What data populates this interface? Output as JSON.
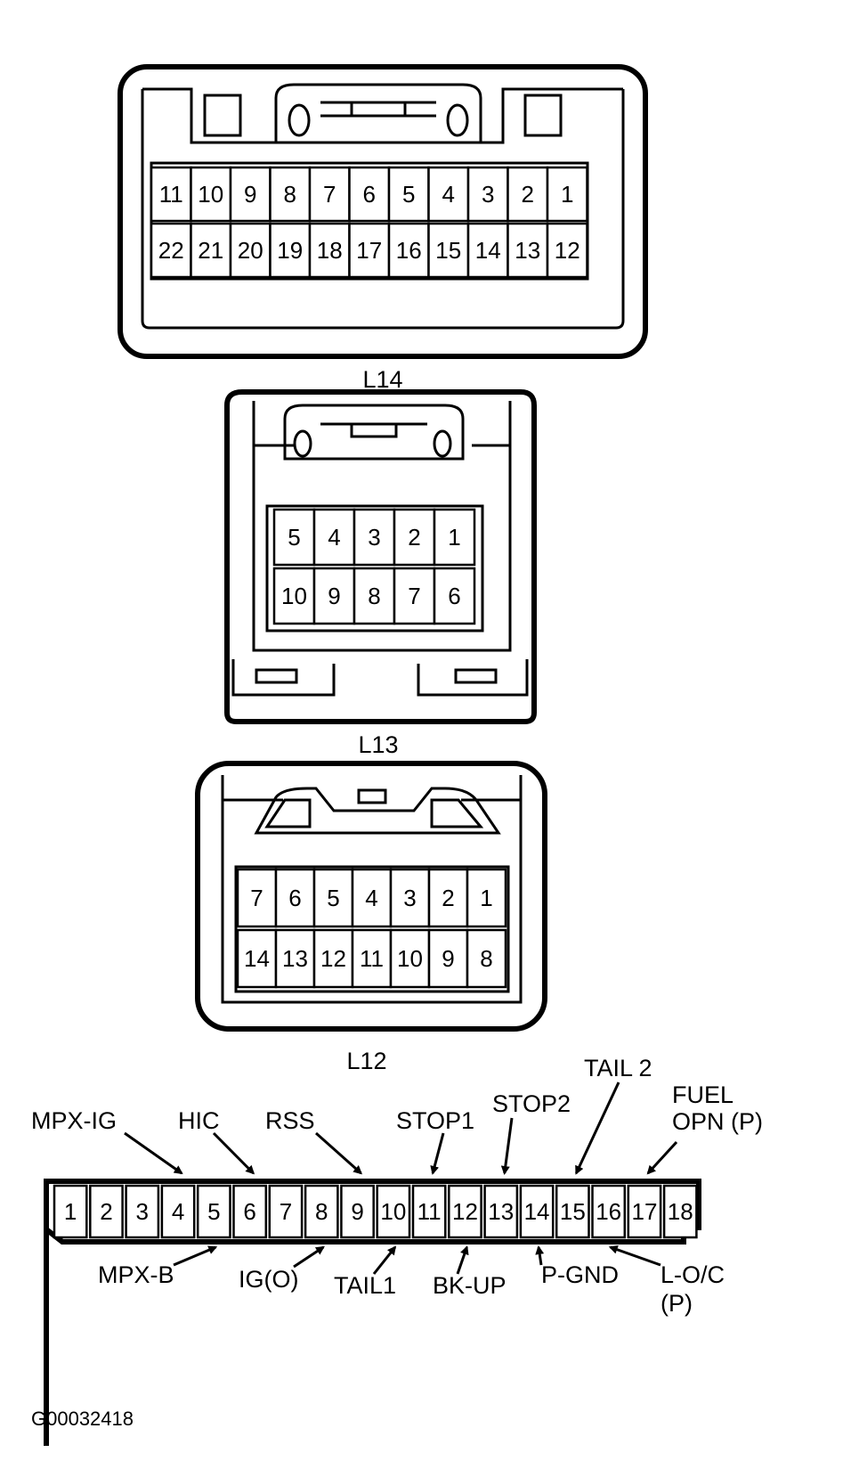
{
  "connectors": {
    "l14": {
      "caption": "L14",
      "top_row": [
        "11",
        "10",
        "9",
        "8",
        "7",
        "6",
        "5",
        "4",
        "3",
        "2",
        "1"
      ],
      "bottom_row": [
        "22",
        "21",
        "20",
        "19",
        "18",
        "17",
        "16",
        "15",
        "14",
        "13",
        "12"
      ]
    },
    "l13": {
      "caption": "L13",
      "top_row": [
        "5",
        "4",
        "3",
        "2",
        "1"
      ],
      "bottom_row": [
        "10",
        "9",
        "8",
        "7",
        "6"
      ]
    },
    "l12": {
      "caption": "L12",
      "top_row": [
        "7",
        "6",
        "5",
        "4",
        "3",
        "2",
        "1"
      ],
      "bottom_row": [
        "14",
        "13",
        "12",
        "11",
        "10",
        "9",
        "8"
      ]
    },
    "pinout": {
      "pins": [
        "1",
        "2",
        "3",
        "4",
        "5",
        "6",
        "7",
        "8",
        "9",
        "10",
        "11",
        "12",
        "13",
        "14",
        "15",
        "16",
        "17",
        "18"
      ],
      "labels_top": [
        {
          "pin": 4,
          "lines": [
            "MPX-IG"
          ]
        },
        {
          "pin": 6,
          "lines": [
            "HIC"
          ]
        },
        {
          "pin": 9,
          "lines": [
            "RSS"
          ]
        },
        {
          "pin": 11,
          "lines": [
            "STOP1"
          ]
        },
        {
          "pin": 13,
          "lines": [
            "STOP2"
          ]
        },
        {
          "pin": 15,
          "lines": [
            "TAIL 2"
          ]
        },
        {
          "pin": 17,
          "lines": [
            "FUEL",
            "OPN (P)"
          ]
        }
      ],
      "labels_bottom": [
        {
          "pin": 5,
          "lines": [
            "MPX-B"
          ]
        },
        {
          "pin": 8,
          "lines": [
            "IG(O)"
          ]
        },
        {
          "pin": 10,
          "lines": [
            "TAIL1"
          ]
        },
        {
          "pin": 12,
          "lines": [
            "BK-UP"
          ]
        },
        {
          "pin": 14,
          "lines": [
            "P-GND"
          ]
        },
        {
          "pin": 16,
          "lines": [
            "L-O/C",
            "(P)"
          ]
        }
      ]
    }
  },
  "figure_code": "G00032418"
}
